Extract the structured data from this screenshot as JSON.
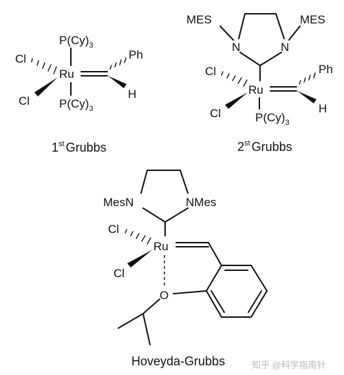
{
  "molecules": {
    "grubbs1": {
      "pcy3_top": "P(Cy)",
      "pcy3_bottom": "P(Cy)",
      "subscript": "3",
      "cl_a": "Cl",
      "cl_b": "Cl",
      "ru": "Ru",
      "ph": "Ph",
      "h": "H",
      "caption": "1",
      "caption_sup": "st",
      "caption_rest": "Grubbs"
    },
    "grubbs2": {
      "mes_left": "MES",
      "mes_right": "MES",
      "n_left": "N",
      "n_right": "N",
      "cl_a": "Cl",
      "cl_b": "Cl",
      "ru": "Ru",
      "ph": "Ph",
      "h": "H",
      "pcy3": "P(Cy)",
      "subscript": "3",
      "caption": "2",
      "caption_sup": "st",
      "caption_rest": "Grubbs"
    },
    "hoveyda": {
      "mesn": "MesN",
      "nmes": "NMes",
      "cl_a": "Cl",
      "cl_b": "Cl",
      "ru": "Ru",
      "o": "O",
      "caption": "Hoveyda-Grubbs"
    }
  },
  "watermark": "知乎 @科学指南针"
}
